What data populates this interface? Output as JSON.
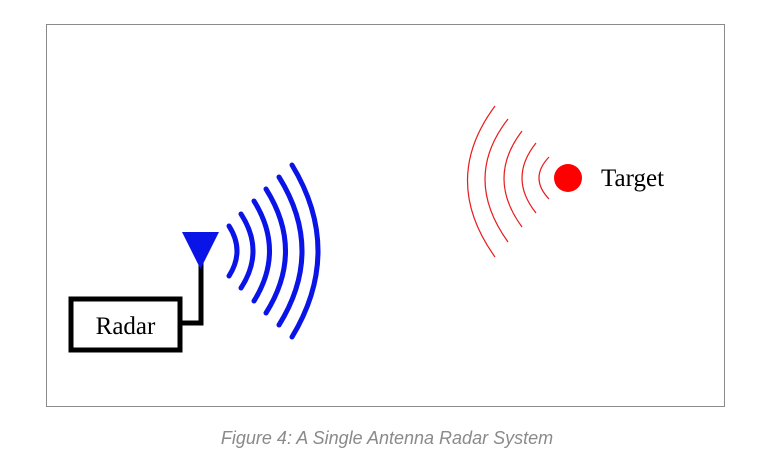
{
  "diagram": {
    "radar_label": "Radar",
    "target_label": "Target",
    "colors": {
      "transmit_waves": "#0a14e6",
      "antenna": "#0a14e6",
      "echo_waves": "#e81c1c",
      "target": "#ff0000",
      "frame_border": "#8a8a8a"
    }
  },
  "caption": {
    "text": "Figure 4: A Single Antenna Radar System"
  }
}
